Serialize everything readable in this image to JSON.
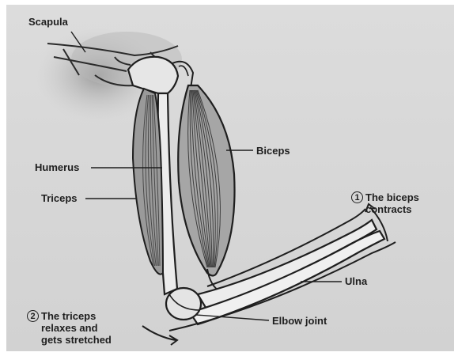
{
  "labels": {
    "scapula": "Scapula",
    "humerus": "Humerus",
    "triceps": "Triceps",
    "biceps": "Biceps",
    "ulna": "Ulna",
    "elbow_joint": "Elbow joint"
  },
  "steps": [
    {
      "number": "1",
      "lines": [
        "The biceps",
        "contracts"
      ]
    },
    {
      "number": "2",
      "lines": [
        "The triceps",
        "relaxes and",
        "gets stretched"
      ]
    }
  ]
}
